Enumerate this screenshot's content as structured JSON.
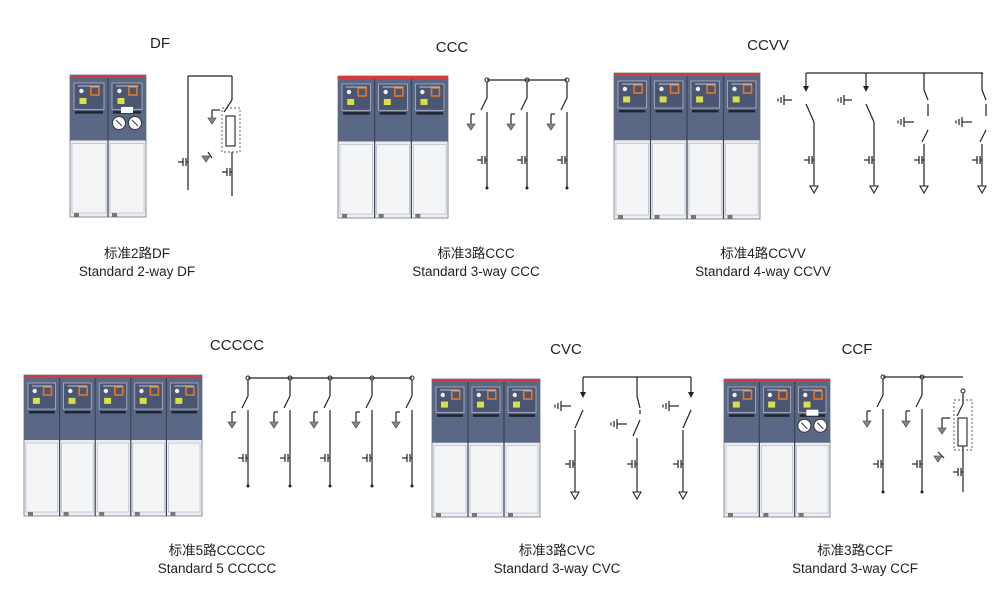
{
  "colors": {
    "panel_blue": "#5a6886",
    "panel_dark": "#4a5672",
    "panel_light": "#eceef2",
    "top_red": "#d23c3c",
    "mimic_orange": "#e07828",
    "mimic_yellow": "#d8e048",
    "line": "#222222"
  },
  "units": [
    {
      "code": "DF",
      "caption_cn": "标准2路DF",
      "caption_en": "Standard 2-way DF"
    },
    {
      "code": "CCC",
      "caption_cn": "标准3路CCC",
      "caption_en": "Standard 3-way CCC"
    },
    {
      "code": "CCVV",
      "caption_cn": "标准4路CCVV",
      "caption_en": "Standard 4-way CCVV"
    },
    {
      "code": "CCCCC",
      "caption_cn": "标准5路CCCCC",
      "caption_en": "Standard 5 CCCCC"
    },
    {
      "code": "CVC",
      "caption_cn": "标准3路CVC",
      "caption_en": "Standard 3-way CVC"
    },
    {
      "code": "CCF",
      "caption_cn": "标准3路CCF",
      "caption_en": "Standard 3-way CCF"
    }
  ]
}
